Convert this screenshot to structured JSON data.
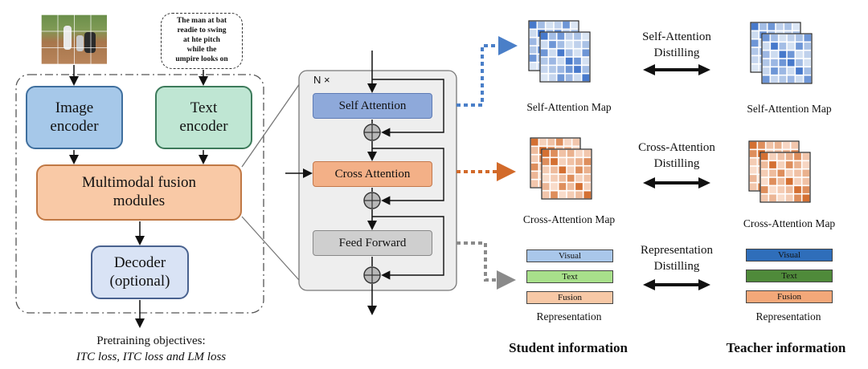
{
  "left": {
    "caption": "The man at bat\nreadie to swing\nat hte pitch\nwhile the\numpire looks on",
    "image_encoder": "Image\nencoder",
    "text_encoder": "Text\nencoder",
    "fusion": "Multimodal fusion\nmodules",
    "decoder": "Decoder\n(optional)",
    "objectives_line1": "Pretraining objectives:",
    "objectives_line2": "ITC loss, ITC loss and LM loss"
  },
  "transformer": {
    "repeat": "N ×",
    "self_attention": "Self Attention",
    "cross_attention": "Cross Attention",
    "feed_forward": "Feed Forward"
  },
  "student": {
    "self_map": "Self-Attention Map",
    "cross_map": "Cross-Attention Map",
    "rep_visual": "Visual",
    "rep_text": "Text",
    "rep_fusion": "Fusion",
    "rep_label": "Representation",
    "title": "Student information"
  },
  "teacher": {
    "self_map": "Self-Attention Map",
    "cross_map": "Cross-Attention Map",
    "rep_visual": "Visual",
    "rep_text": "Text",
    "rep_fusion": "Fusion",
    "rep_label": "Representation",
    "title": "Teacher information"
  },
  "distill": {
    "self": "Self-Attention\nDistilling",
    "cross": "Cross-Attention\nDistilling",
    "rep": "Representation\nDistilling"
  },
  "colors": {
    "blue_dark": "#3f73c9",
    "blue_light": "#dbe6f4",
    "orange_dark": "#d26a2a",
    "orange_light": "#fbe1d2",
    "gray_arrow": "#8a8a8a"
  }
}
